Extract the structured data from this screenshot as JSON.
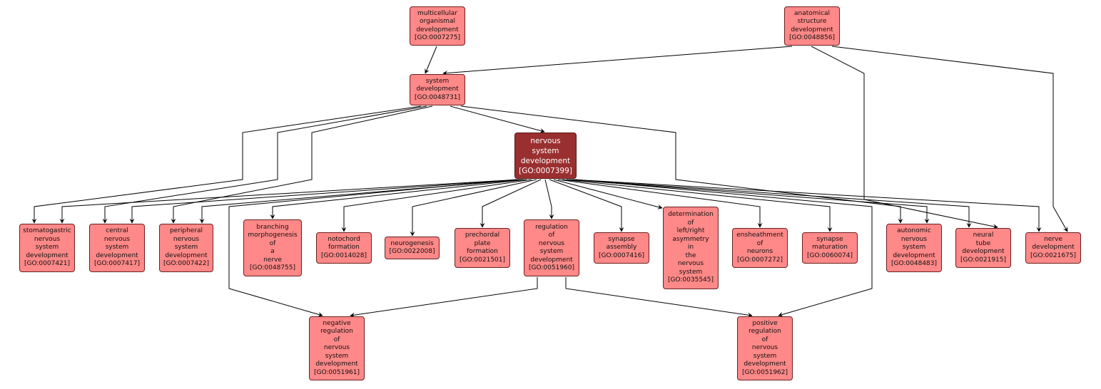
{
  "graph": {
    "title": "GO term ancestry graph: nervous system development",
    "colors": {
      "node_fill": "#ff8888",
      "focus_fill": "#9a2f2f",
      "edge": "#000000"
    },
    "nodes": [
      {
        "id": "GO:0007275",
        "lines": [
          "multicellular",
          "organismal",
          "development",
          "[GO:0007275]"
        ]
      },
      {
        "id": "GO:0048856",
        "lines": [
          "anatomical",
          "structure",
          "development",
          "[GO:0048856]"
        ]
      },
      {
        "id": "GO:0048731",
        "lines": [
          "system",
          "development",
          "[GO:0048731]"
        ]
      },
      {
        "id": "GO:0007399",
        "lines": [
          "nervous",
          "system",
          "development",
          "[GO:0007399]"
        ],
        "focus": true
      },
      {
        "id": "GO:0007421",
        "lines": [
          "stomatogastric",
          "nervous",
          "system",
          "development",
          "[GO:0007421]"
        ]
      },
      {
        "id": "GO:0007417",
        "lines": [
          "central",
          "nervous",
          "system",
          "development",
          "[GO:0007417]"
        ]
      },
      {
        "id": "GO:0007422",
        "lines": [
          "peripheral",
          "nervous",
          "system",
          "development",
          "[GO:0007422]"
        ]
      },
      {
        "id": "GO:0048755",
        "lines": [
          "branching",
          "morphogenesis",
          "of",
          "a",
          "nerve",
          "[GO:0048755]"
        ]
      },
      {
        "id": "GO:0014028",
        "lines": [
          "notochord",
          "formation",
          "[GO:0014028]"
        ]
      },
      {
        "id": "GO:0022008",
        "lines": [
          "neurogenesis",
          "[GO:0022008]"
        ]
      },
      {
        "id": "GO:0021501",
        "lines": [
          "prechordal",
          "plate",
          "formation",
          "[GO:0021501]"
        ]
      },
      {
        "id": "GO:0051960",
        "lines": [
          "regulation",
          "of",
          "nervous",
          "system",
          "development",
          "[GO:0051960]"
        ]
      },
      {
        "id": "GO:0007416",
        "lines": [
          "synapse",
          "assembly",
          "[GO:0007416]"
        ]
      },
      {
        "id": "GO:0035545",
        "lines": [
          "determination",
          "of",
          "left/right",
          "asymmetry",
          "in",
          "the",
          "nervous",
          "system",
          "[GO:0035545]"
        ]
      },
      {
        "id": "GO:0007272",
        "lines": [
          "ensheathment",
          "of",
          "neurons",
          "[GO:0007272]"
        ]
      },
      {
        "id": "GO:0060074",
        "lines": [
          "synapse",
          "maturation",
          "[GO:0060074]"
        ]
      },
      {
        "id": "GO:0048483",
        "lines": [
          "autonomic",
          "nervous",
          "system",
          "development",
          "[GO:0048483]"
        ]
      },
      {
        "id": "GO:0021915",
        "lines": [
          "neural",
          "tube",
          "development",
          "[GO:0021915]"
        ]
      },
      {
        "id": "GO:0021675",
        "lines": [
          "nerve",
          "development",
          "[GO:0021675]"
        ]
      },
      {
        "id": "GO:0051961",
        "lines": [
          "negative",
          "regulation",
          "of",
          "nervous",
          "system",
          "development",
          "[GO:0051961]"
        ]
      },
      {
        "id": "GO:0051962",
        "lines": [
          "positive",
          "regulation",
          "of",
          "nervous",
          "system",
          "development",
          "[GO:0051962]"
        ]
      }
    ],
    "edges": [
      [
        "GO:0007275",
        "GO:0048731"
      ],
      [
        "GO:0048856",
        "GO:0048731"
      ],
      [
        "GO:0048856",
        "GO:0021915"
      ],
      [
        "GO:0048856",
        "GO:0021675"
      ],
      [
        "GO:0048731",
        "GO:0007399"
      ],
      [
        "GO:0048731",
        "GO:0007421"
      ],
      [
        "GO:0048731",
        "GO:0007417"
      ],
      [
        "GO:0048731",
        "GO:0007422"
      ],
      [
        "GO:0048731",
        "GO:0048483"
      ],
      [
        "GO:0007399",
        "GO:0007421"
      ],
      [
        "GO:0007399",
        "GO:0007417"
      ],
      [
        "GO:0007399",
        "GO:0007422"
      ],
      [
        "GO:0007399",
        "GO:0048755"
      ],
      [
        "GO:0007399",
        "GO:0014028"
      ],
      [
        "GO:0007399",
        "GO:0022008"
      ],
      [
        "GO:0007399",
        "GO:0021501"
      ],
      [
        "GO:0007399",
        "GO:0051960"
      ],
      [
        "GO:0007399",
        "GO:0007416"
      ],
      [
        "GO:0007399",
        "GO:0035545"
      ],
      [
        "GO:0007399",
        "GO:0007272"
      ],
      [
        "GO:0007399",
        "GO:0060074"
      ],
      [
        "GO:0007399",
        "GO:0048483"
      ],
      [
        "GO:0007399",
        "GO:0021915"
      ],
      [
        "GO:0007399",
        "GO:0021675"
      ],
      [
        "GO:0007399",
        "GO:0051961"
      ],
      [
        "GO:0007399",
        "GO:0051962"
      ],
      [
        "GO:0051960",
        "GO:0051961"
      ],
      [
        "GO:0051960",
        "GO:0051962"
      ]
    ]
  }
}
